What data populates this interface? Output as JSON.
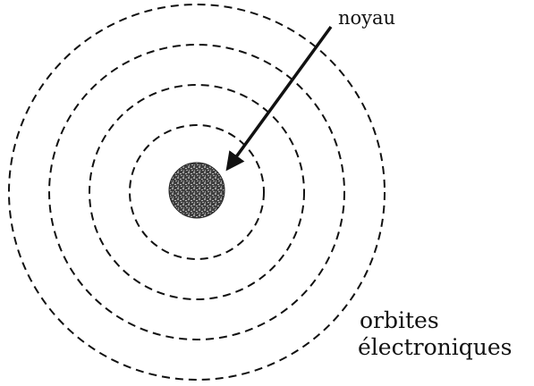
{
  "labels": {
    "nucleus": "noyau",
    "orbits_line1": "orbites",
    "orbits_line2": "électroniques"
  },
  "colors": {
    "ink": "#111111",
    "nucleus_fill": "#4a4a4a",
    "background": "#ffffff"
  }
}
